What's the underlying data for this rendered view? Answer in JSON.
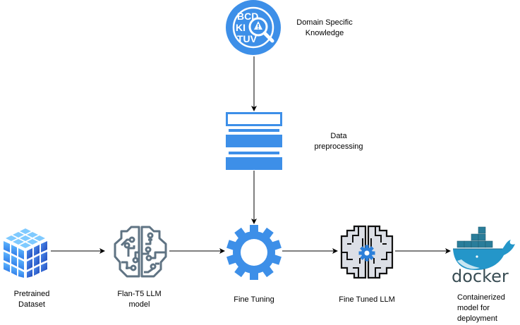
{
  "diagram": {
    "type": "pipeline",
    "nodes": [
      {
        "id": "domain",
        "label_lines": [
          "Domain Specific",
          "Knowledge"
        ],
        "icon": "knowledge-search-icon"
      },
      {
        "id": "preproc",
        "label_lines": [
          "Data",
          "preprocessing"
        ],
        "icon": "data-stack-icon"
      },
      {
        "id": "pretrained",
        "label_lines": [
          "Pretrained",
          "Dataset"
        ],
        "icon": "data-cube-icon"
      },
      {
        "id": "flan",
        "label_lines": [
          "Flan-T5 LLM",
          "model"
        ],
        "icon": "circuit-brain-icon"
      },
      {
        "id": "finetune",
        "label_lines": [
          "Fine Tuning"
        ],
        "icon": "gear-icon"
      },
      {
        "id": "tuned",
        "label_lines": [
          "Fine Tuned LLM"
        ],
        "icon": "brain-gear-icon"
      },
      {
        "id": "docker",
        "label_lines": [
          "Containerized",
          "model for",
          "deployment"
        ],
        "icon": "docker-whale-icon"
      }
    ],
    "edges": [
      {
        "from": "domain",
        "to": "preproc"
      },
      {
        "from": "preproc",
        "to": "finetune"
      },
      {
        "from": "pretrained",
        "to": "flan"
      },
      {
        "from": "flan",
        "to": "finetune"
      },
      {
        "from": "finetune",
        "to": "tuned"
      },
      {
        "from": "tuned",
        "to": "docker"
      }
    ],
    "icon_text": {
      "knowledge_letters": [
        "BCD",
        "KI",
        "TUV"
      ],
      "docker_wordmark": "docker"
    },
    "colors": {
      "accent_blue": "#3d8fe8",
      "brain_gray": "#5f7383",
      "docker_blue": "#2496c9",
      "docker_dark": "#394d54"
    }
  }
}
